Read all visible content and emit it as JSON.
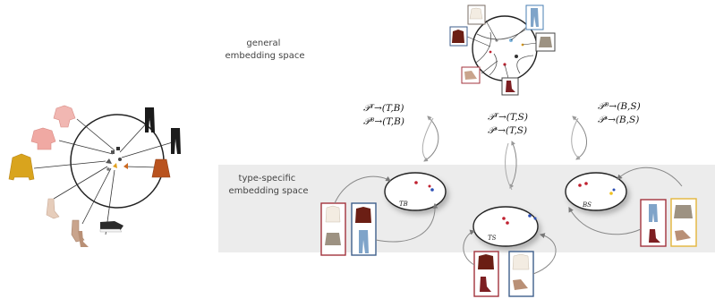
{
  "labels": {
    "general_space": [
      "general",
      "embedding space"
    ],
    "type_specific_space": [
      "type-specific",
      "embedding space"
    ]
  },
  "projections": {
    "left": [
      "𝒫ᵀ→(T,B)",
      "𝒫ᴮ→(T,B)"
    ],
    "middle": [
      "𝒫ᵀ→(T,S)",
      "𝒫ˢ→(T,S)"
    ],
    "right": [
      "𝒫ᴮ→(B,S)",
      "𝒫ˢ→(B,S)"
    ]
  },
  "subspaces": {
    "tb": "TB",
    "ts": "TS",
    "bs": "BS"
  },
  "colors": {
    "band": "#ececec",
    "frame_red": "#a3333d",
    "frame_blue": "#3f5f8c",
    "frame_yellow": "#e4b53a",
    "dot_red": "#c0202f",
    "dot_blue": "#2d4fb5",
    "dot_yellow": "#f0c020"
  }
}
